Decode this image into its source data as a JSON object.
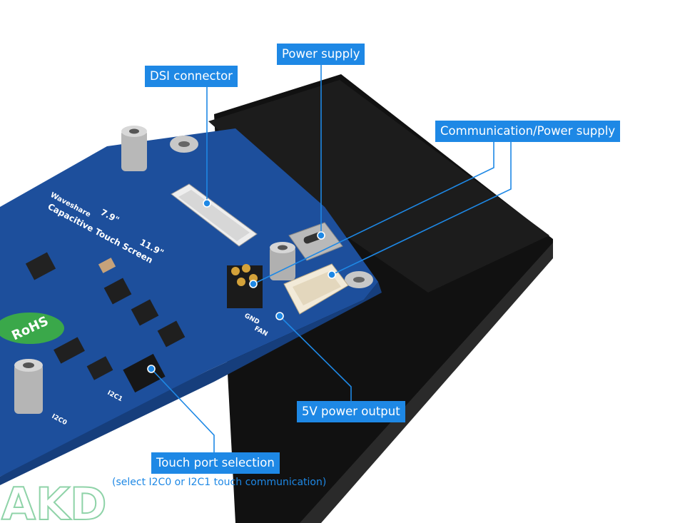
{
  "callouts": {
    "dsi_connector": "DSI connector",
    "power_supply": "Power supply",
    "communication_power_supply": "Communication/Power supply",
    "five_v_power_output": "5V power output",
    "touch_port_selection": "Touch port selection",
    "touch_port_note": "(select I2C0 or I2C1 touch communication)"
  },
  "board_silkscreen": {
    "brand": "Waveshare",
    "product": "Capacitive Touch Screen",
    "size_a": "7.9\"",
    "size_b": "11.9\"",
    "rohs": "RoHS",
    "gnd": "GND",
    "fan": "FAN",
    "i2c0": "I2C0",
    "i2c1": "I2C1"
  },
  "watermark": {
    "text": "AKD"
  },
  "colors": {
    "accent": "#1e88e5",
    "pcb_blue": "#1d4f9c",
    "panel_black": "#141414",
    "rohs_green": "#3aa84a"
  }
}
